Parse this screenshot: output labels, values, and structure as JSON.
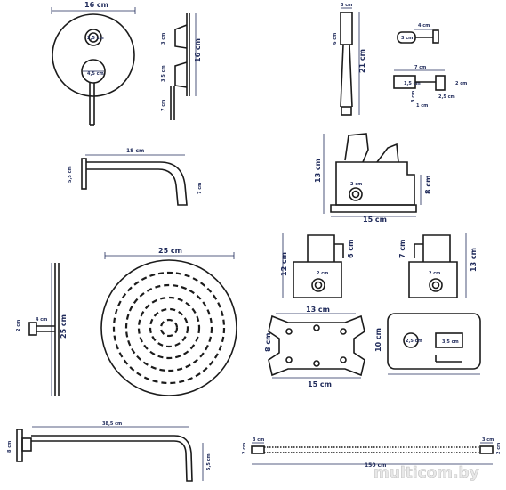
{
  "labels": {
    "panel_width": "16 cm",
    "panel_height": "16 cm",
    "knob_small": "2,5 cm",
    "knob_large": "4,5 cm",
    "panel_depth": "3 cm",
    "panel_depth2": "3,5 cm",
    "lever_length": "7 cm",
    "hand_head": "3 cm",
    "hand_top": "6 cm",
    "hand_length": "21 cm",
    "holder_top": "4 cm",
    "holder_ring": "3 cm",
    "bracket_width": "7 cm",
    "bracket_ring": "1,5 cm",
    "bracket_base": "2,5 cm",
    "bracket_height": "2 cm",
    "bracket_small1": "3 cm",
    "bracket_small2": "1 cm",
    "spout_length": "18 cm",
    "spout_height": "5,5 cm",
    "spout_drop": "7 cm",
    "valve_height": "13 cm",
    "valve_body_height": "8 cm",
    "valve_pipe": "2 cm",
    "valve_width": "15 cm",
    "showerhead_diameter": "25 cm",
    "mixer_a_height": "12 cm",
    "mixer_a_top": "6 cm",
    "mixer_a_pipe": "2 cm",
    "mixer_b_top": "7 cm",
    "mixer_b_height": "13 cm",
    "mixer_b_pipe": "2 cm",
    "side_height": "25 cm",
    "side_depth": "4 cm",
    "side_pipe": "2 cm",
    "plate_top": "13 cm",
    "plate_side": "8 cm",
    "plate_bottom": "15 cm",
    "box_height": "10 cm",
    "box_pipe": "2,5 cm",
    "box_port": "3,5 cm",
    "arm_length": "38,5 cm",
    "arm_start": "8 cm",
    "arm_drop": "5,5 cm",
    "hose_end_left": "3 cm",
    "hose_end_right": "3 cm",
    "hose_dia_left": "2 cm",
    "hose_dia_right": "2 cm",
    "hose_length": "150 cm"
  },
  "watermark": "multicom.by"
}
